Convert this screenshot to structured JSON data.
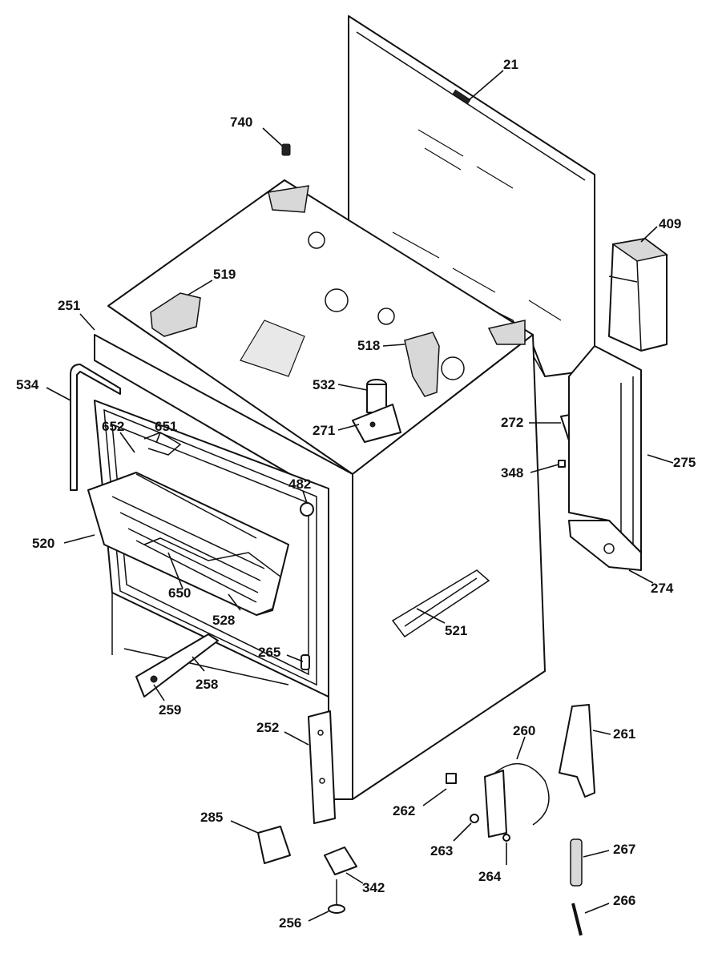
{
  "callouts": [
    {
      "id": "c21",
      "text": "21"
    },
    {
      "id": "c740",
      "text": "740"
    },
    {
      "id": "c409",
      "text": "409"
    },
    {
      "id": "c519",
      "text": "519"
    },
    {
      "id": "c251",
      "text": "251"
    },
    {
      "id": "c518",
      "text": "518"
    },
    {
      "id": "c534",
      "text": "534"
    },
    {
      "id": "c532",
      "text": "532"
    },
    {
      "id": "c652",
      "text": "652"
    },
    {
      "id": "c651",
      "text": "651"
    },
    {
      "id": "c271",
      "text": "271"
    },
    {
      "id": "c272",
      "text": "272"
    },
    {
      "id": "c275",
      "text": "275"
    },
    {
      "id": "c348",
      "text": "348"
    },
    {
      "id": "c482",
      "text": "482"
    },
    {
      "id": "c520",
      "text": "520"
    },
    {
      "id": "c274",
      "text": "274"
    },
    {
      "id": "c650",
      "text": "650"
    },
    {
      "id": "c521",
      "text": "521"
    },
    {
      "id": "c528",
      "text": "528"
    },
    {
      "id": "c265",
      "text": "265"
    },
    {
      "id": "c258",
      "text": "258"
    },
    {
      "id": "c259",
      "text": "259"
    },
    {
      "id": "c252",
      "text": "252"
    },
    {
      "id": "c260",
      "text": "260"
    },
    {
      "id": "c261",
      "text": "261"
    },
    {
      "id": "c262",
      "text": "262"
    },
    {
      "id": "c285",
      "text": "285"
    },
    {
      "id": "c263",
      "text": "263"
    },
    {
      "id": "c267",
      "text": "267"
    },
    {
      "id": "c264",
      "text": "264"
    },
    {
      "id": "c342",
      "text": "342"
    },
    {
      "id": "c266",
      "text": "266"
    },
    {
      "id": "c256",
      "text": "256"
    }
  ]
}
